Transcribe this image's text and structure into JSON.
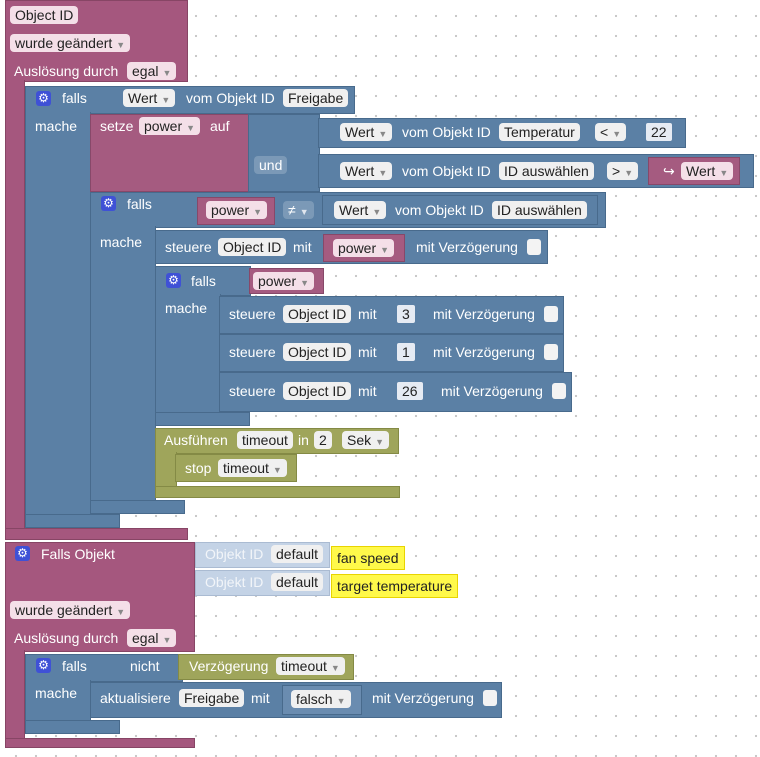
{
  "trigger_block": {
    "object_id_label": "Object ID",
    "changed_option": "wurde geändert",
    "trigger_label": "Auslösung durch",
    "trigger_option": "egal"
  },
  "if_block_1": {
    "if_label": "falls",
    "do_label": "mache",
    "value_option": "Wert",
    "of_object_label": "vom Objekt ID",
    "object_freigabe": "Freigabe"
  },
  "set_block": {
    "set_label": "setze",
    "var_name": "power",
    "to_label": "auf",
    "and_label": "und",
    "compare1": {
      "value_option": "Wert",
      "of_object_label": "vom Objekt ID",
      "object": "Temperatur",
      "operator": "<",
      "number": "22"
    },
    "compare2": {
      "value_option": "Wert",
      "of_object_label": "vom Objekt ID",
      "object": "ID auswählen",
      "operator": ">",
      "var_option": "Wert",
      "var_arrow": "↪"
    }
  },
  "if_block_2": {
    "if_label": "falls",
    "do_label": "mache",
    "var_name": "power",
    "operator": "≠",
    "value_option": "Wert",
    "of_object_label": "vom Objekt ID",
    "object": "ID auswählen"
  },
  "control_block_1": {
    "control_label": "steuere",
    "object": "Object ID",
    "with_label": "mit",
    "var_name": "power",
    "delay_label": "mit Verzögerung"
  },
  "if_block_3": {
    "if_label": "falls",
    "do_label": "mache",
    "var_name": "power",
    "controls": [
      {
        "control_label": "steuere",
        "object": "Object ID",
        "with_label": "mit",
        "value": "3",
        "delay_label": "mit Verzögerung"
      },
      {
        "control_label": "steuere",
        "object": "Object ID",
        "with_label": "mit",
        "value": "1",
        "delay_label": "mit Verzögerung"
      },
      {
        "control_label": "steuere",
        "object": "Object ID",
        "with_label": "mit",
        "value": "26",
        "delay_label": "mit Verzögerung"
      }
    ]
  },
  "timeout_block": {
    "run_label": "Ausführen",
    "timeout_name": "timeout",
    "in_label": "in",
    "amount": "2",
    "unit_option": "Sek",
    "stop_label": "stop",
    "stop_option": "timeout"
  },
  "trigger_block_2": {
    "title": "Falls Objekt",
    "objects": [
      {
        "label": "Objekt ID",
        "value": "default",
        "comment": "fan speed"
      },
      {
        "label": "Objekt ID",
        "value": "default",
        "comment": "target temperature"
      }
    ],
    "changed_option": "wurde geändert",
    "trigger_label": "Auslösung durch",
    "trigger_option": "egal"
  },
  "if_block_4": {
    "if_label": "falls",
    "do_label": "mache",
    "not_label": "nicht",
    "delay_label": "Verzögerung",
    "timeout_option": "timeout"
  },
  "update_block": {
    "update_label": "aktualisiere",
    "object": "Freigabe",
    "with_label": "mit",
    "value_option": "falsch",
    "delay_label": "mit Verzögerung"
  },
  "icons": {
    "gear": "gear-icon",
    "dropdown": "dropdown-arrow-icon",
    "arrow": "return-arrow-icon"
  },
  "colors": {
    "event": "#a5577e",
    "logic": "#5b80a5",
    "variable": "#a55b80",
    "timer": "#9fa55b",
    "comment": "#fff94a",
    "gear": "#3f51d6"
  }
}
